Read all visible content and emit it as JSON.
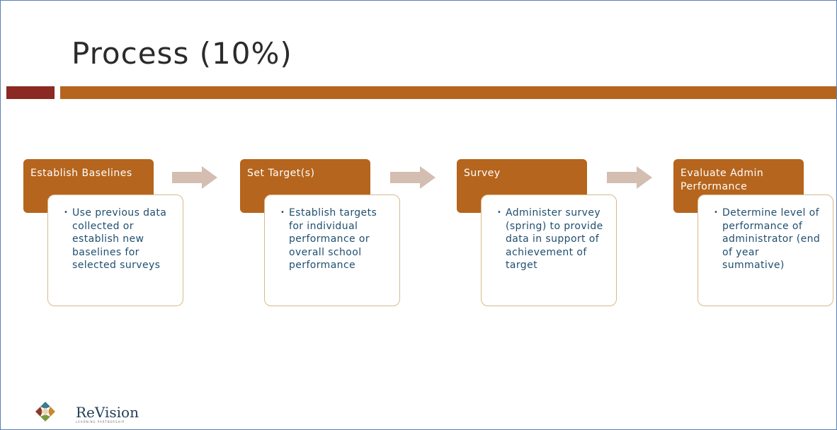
{
  "slide": {
    "title": "Process (10%)"
  },
  "steps": [
    {
      "label": "Establish Baselines",
      "detail": "Use previous data collected or establish new baselines for selected surveys"
    },
    {
      "label": "Set Target(s)",
      "detail": "Establish targets for individual performance or overall school performance"
    },
    {
      "label": "Survey",
      "detail": "Administer survey (spring) to provide data in support of achievement of target"
    },
    {
      "label": "Evaluate Admin Performance",
      "detail": "Determine level of performance of administrator (end of year summative)"
    }
  ],
  "logo": {
    "name": "ReVision",
    "tagline": "LEARNING PARTNERSHIP",
    "icon": "revision-logo-icon"
  },
  "colors": {
    "step_fill": "#b5651d",
    "accent_bar": "#b5651d",
    "accent_bar_left": "#8a2a22",
    "detail_border": "#d9b98c",
    "detail_text": "#1f4e6f",
    "arrow_fill": "#d4bdb1"
  }
}
